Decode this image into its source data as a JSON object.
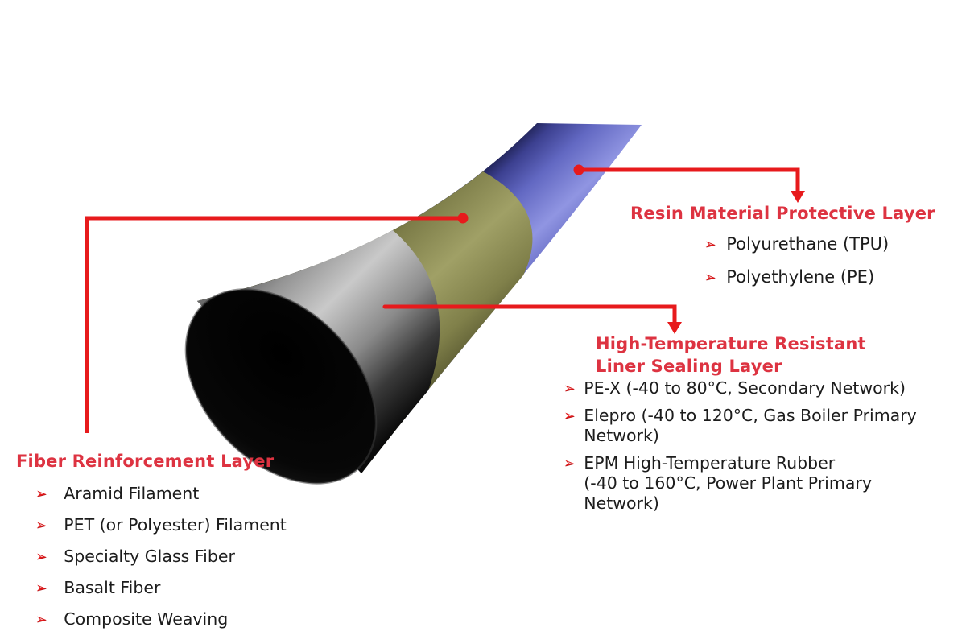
{
  "colors": {
    "background": "#ffffff",
    "annotation_red": "#e71a1c",
    "heading_red": "#dd3341",
    "item_text": "#1c1c1c",
    "pipe_blue_highlight": "#9095e2",
    "pipe_blue_dark": "#23265e",
    "pipe_olive": "#9d9d63",
    "pipe_olive_dark": "#4a4a28",
    "pipe_gray": "#c9c9c9",
    "pipe_bore_black": "#0b0b0b"
  },
  "icons": {
    "bullet": "➢"
  },
  "diagram": {
    "layers": [
      {
        "id": "resin",
        "pipe_color_ref": "pipe_blue_highlight",
        "title": "Resin Material Protective Layer",
        "items": [
          "Polyurethane (TPU)",
          "Polyethylene (PE)"
        ]
      },
      {
        "id": "liner",
        "pipe_color_ref": "pipe_gray",
        "title": "High-Temperature Resistant\nLiner Sealing Layer",
        "items": [
          "PE-X (-40 to 80°C, Secondary Network)",
          "Elepro (-40 to 120°C, Gas Boiler Primary\nNetwork)",
          "EPM High-Temperature Rubber\n(-40 to 160°C, Power Plant Primary\nNetwork)"
        ]
      },
      {
        "id": "fiber",
        "pipe_color_ref": "pipe_olive",
        "title": "Fiber Reinforcement Layer",
        "items": [
          "Aramid Filament",
          "PET (or Polyester) Filament",
          "Specialty Glass Fiber",
          "Basalt Fiber",
          "Composite Weaving"
        ]
      }
    ]
  }
}
